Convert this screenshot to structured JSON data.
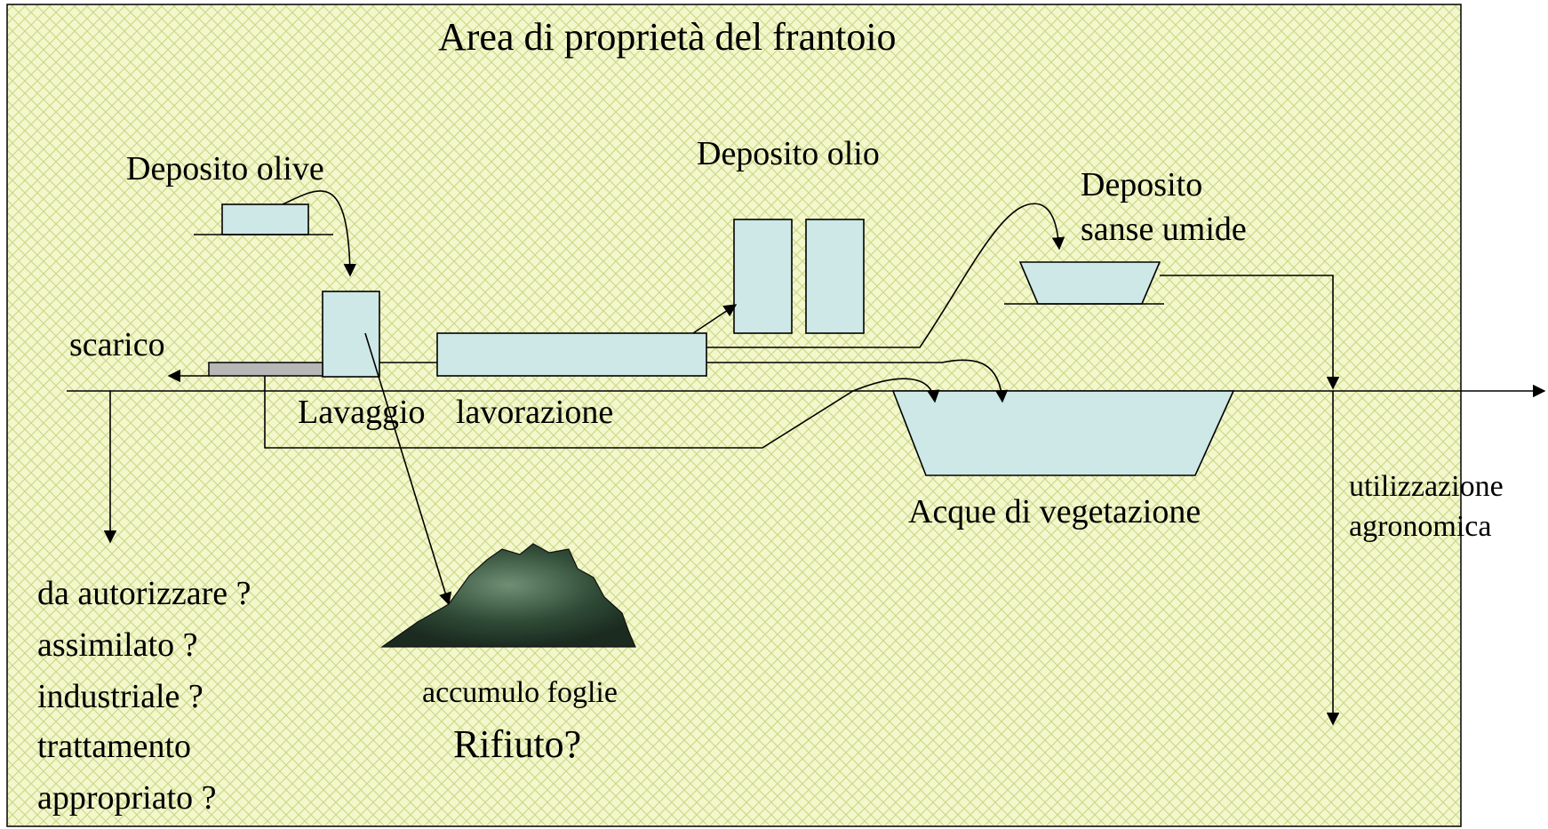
{
  "diagram": {
    "title": "Area di proprietà del frantoio",
    "labels": {
      "deposito_olive": "Deposito olive",
      "deposito_olio": "Deposito olio",
      "deposito_sanse_1": "Deposito",
      "deposito_sanse_2": "sanse umide",
      "scarico": "scarico",
      "lavaggio": "Lavaggio",
      "lavorazione": "lavorazione",
      "acque_vegetazione": "Acque di vegetazione",
      "utilizzazione_1": "utilizzazione",
      "utilizzazione_2": "agronomica",
      "accumulo_foglie": "accumulo foglie",
      "rifiuto": "Rifiuto?"
    },
    "questions": [
      "da autorizzare ?",
      "assimilato ?",
      "industriale ?",
      "trattamento",
      "appropriato ?"
    ],
    "colors": {
      "background": "#f4f7cc",
      "pattern": "#c9d98a",
      "box_fill": "#cde8e6",
      "heap": "#2f4a36"
    }
  }
}
